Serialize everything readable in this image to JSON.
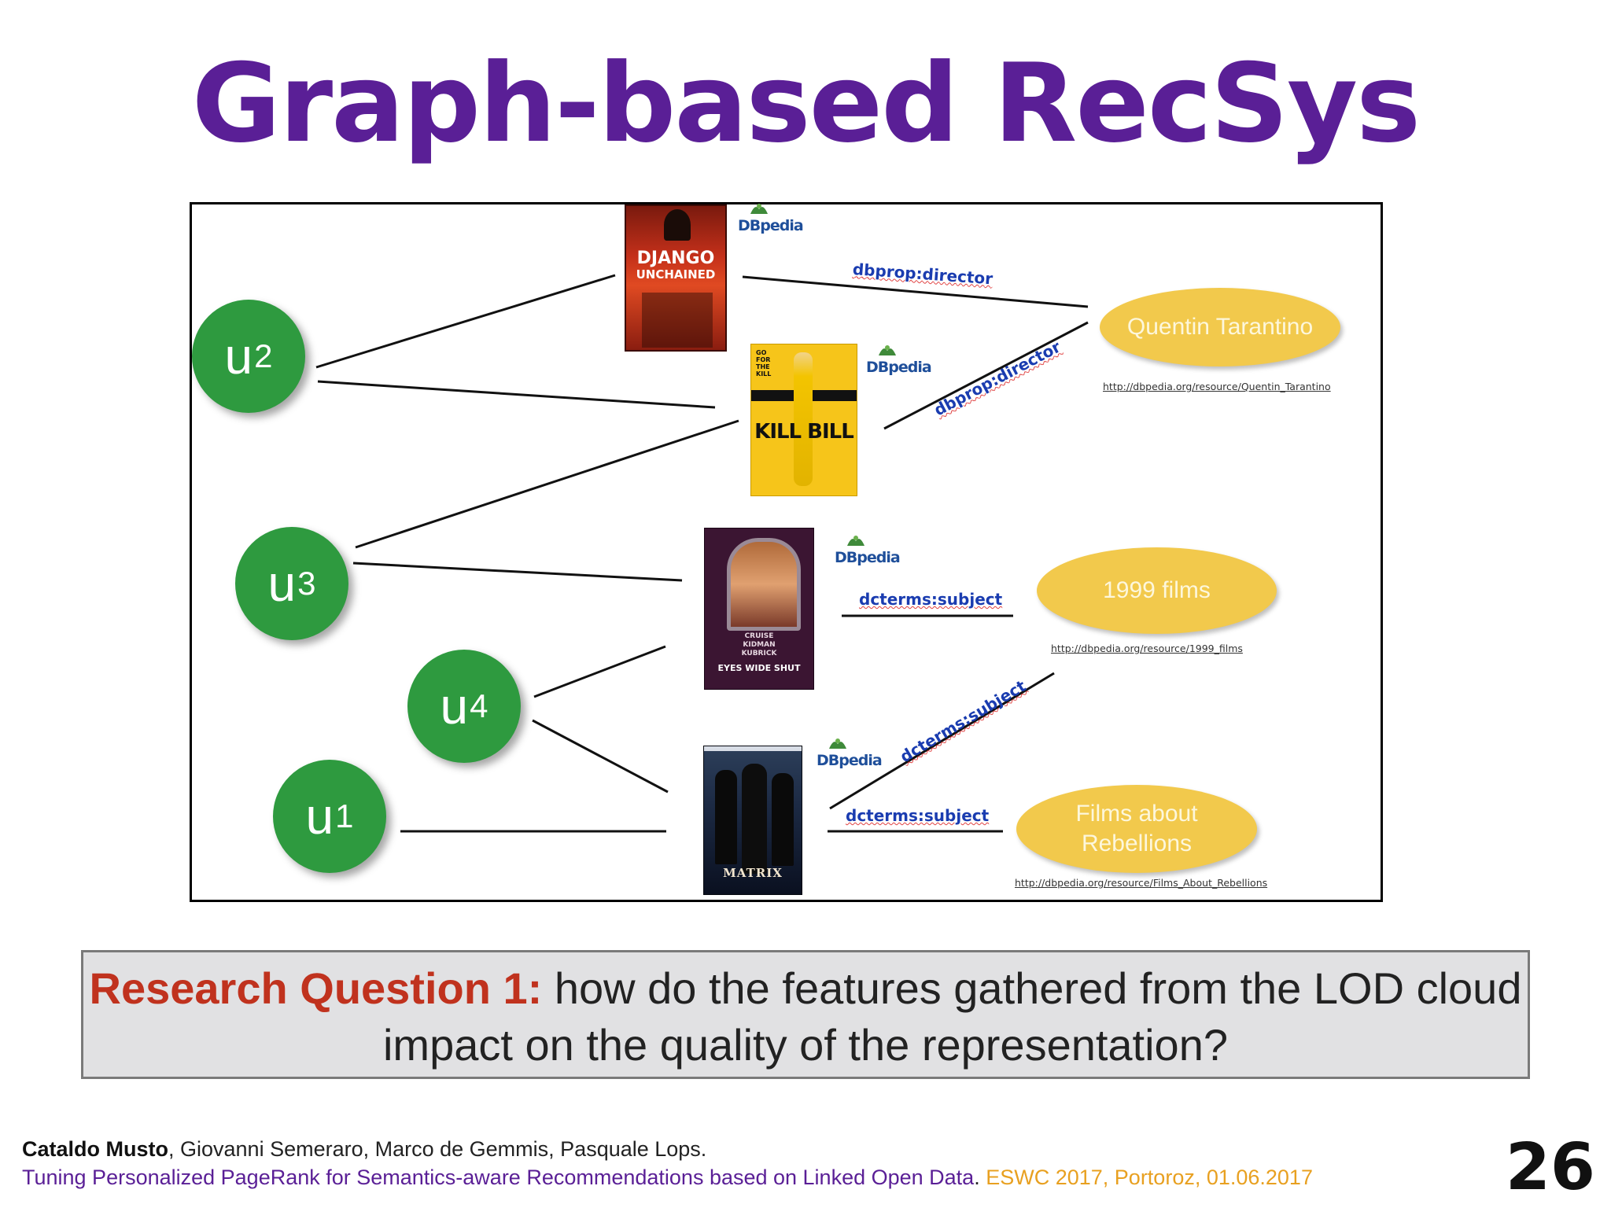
{
  "slide": {
    "title": "Graph-based RecSys",
    "page_number": "26"
  },
  "diagram": {
    "users": [
      {
        "id": "u2",
        "letter": "u",
        "index": "2"
      },
      {
        "id": "u3",
        "letter": "u",
        "index": "3"
      },
      {
        "id": "u4",
        "letter": "u",
        "index": "4"
      },
      {
        "id": "u1",
        "letter": "u",
        "index": "1"
      }
    ],
    "posters": {
      "django": {
        "line1": "DJANGO",
        "line2": "UNCHAINED"
      },
      "killbill": {
        "top": "GO FOR THE KILL",
        "line1": "KILL BILL"
      },
      "eyes": {
        "credits": "CRUISE KIDMAN KUBRICK",
        "line1": "EYES WIDE SHUT"
      },
      "matrix": {
        "line1": "MATRIX"
      }
    },
    "dbpedia_label": "DBpedia",
    "edge_labels": {
      "director_1": "dbprop:director",
      "director_2": "dbprop:director",
      "subject_1": "dcterms:subject",
      "subject_2": "dcterms:subject",
      "subject_3": "dcterms:subject"
    },
    "entities": [
      {
        "label": "Quentin Tarantino",
        "url": "http://dbpedia.org/resource/Quentin_Tarantino"
      },
      {
        "label": "1999 films",
        "url": "http://dbpedia.org/resource/1999_films"
      },
      {
        "label": "Films about Rebellions",
        "url": "http://dbpedia.org/resource/Films_About_Rebellions"
      }
    ]
  },
  "research_question": {
    "label": "Research Question 1:",
    "text": " how do the features gathered from the LOD cloud impact on the quality of the representation?"
  },
  "footer": {
    "lead_author": "Cataldo Musto",
    "other_authors": ", Giovanni Semeraro, Marco de Gemmis, Pasquale Lops.",
    "paper_title": "Tuning Personalized PageRank for Semantics-aware Recommendations based on Linked Open Data",
    "separator": ". ",
    "venue": "ESWC 2017, Portoroz, 01.06.2017"
  },
  "colors": {
    "title": "#5a1f96",
    "user_node": "#2e9a3f",
    "entity_node": "#f2c94c",
    "rq_label": "#c0321e",
    "venue": "#e8a020"
  }
}
